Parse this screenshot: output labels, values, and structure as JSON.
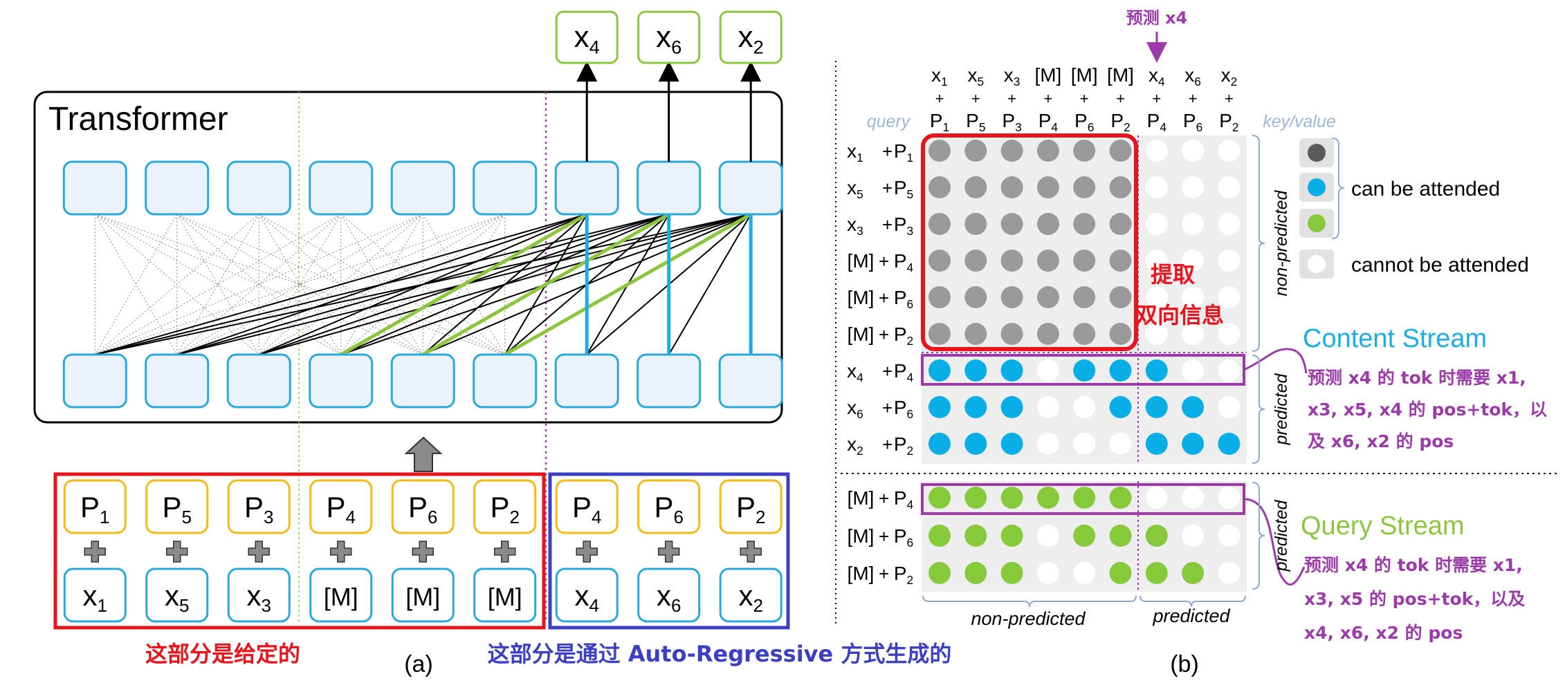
{
  "panel_a": {
    "transformer_label": "Transformer",
    "outputs": [
      "x4",
      "x6",
      "x2"
    ],
    "positions": [
      "P1",
      "P5",
      "P3",
      "P4",
      "P6",
      "P2",
      "P4",
      "P6",
      "P2"
    ],
    "tokens": [
      "x1",
      "x5",
      "x3",
      "[M]",
      "[M]",
      "[M]",
      "x4",
      "x6",
      "x2"
    ],
    "given_caption": "这部分是给定的",
    "autoregressive_caption": "这部分是通过 Auto-Regressive 方式生成的",
    "figure_label": "(a)"
  },
  "panel_b": {
    "predict_marker": "预测 x4",
    "query_label": "query",
    "keyvalue_label": "key/value",
    "columns": [
      {
        "tok": "x",
        "tok_sub": "1",
        "pos": "P",
        "pos_sub": "1"
      },
      {
        "tok": "x",
        "tok_sub": "5",
        "pos": "P",
        "pos_sub": "5"
      },
      {
        "tok": "x",
        "tok_sub": "3",
        "pos": "P",
        "pos_sub": "3"
      },
      {
        "tok": "[M]",
        "tok_sub": "",
        "pos": "P",
        "pos_sub": "4"
      },
      {
        "tok": "[M]",
        "tok_sub": "",
        "pos": "P",
        "pos_sub": "6"
      },
      {
        "tok": "[M]",
        "tok_sub": "",
        "pos": "P",
        "pos_sub": "2"
      },
      {
        "tok": "x",
        "tok_sub": "4",
        "pos": "P",
        "pos_sub": "4"
      },
      {
        "tok": "x",
        "tok_sub": "6",
        "pos": "P",
        "pos_sub": "6"
      },
      {
        "tok": "x",
        "tok_sub": "2",
        "pos": "P",
        "pos_sub": "2"
      }
    ],
    "content_rows": [
      {
        "tok": "x",
        "tok_sub": "1",
        "pos": "P",
        "pos_sub": "1",
        "cells": "GGGGGGWWW"
      },
      {
        "tok": "x",
        "tok_sub": "5",
        "pos": "P",
        "pos_sub": "5",
        "cells": "GGGGGGWWW"
      },
      {
        "tok": "x",
        "tok_sub": "3",
        "pos": "P",
        "pos_sub": "3",
        "cells": "GGGGGGWWW"
      },
      {
        "tok": "[M]",
        "tok_sub": "",
        "pos": "P",
        "pos_sub": "4",
        "cells": "GGGGGGWWW"
      },
      {
        "tok": "[M]",
        "tok_sub": "",
        "pos": "P",
        "pos_sub": "6",
        "cells": "GGGGGGWWW"
      },
      {
        "tok": "[M]",
        "tok_sub": "",
        "pos": "P",
        "pos_sub": "2",
        "cells": "GGGGGGWWW"
      },
      {
        "tok": "x",
        "tok_sub": "4",
        "pos": "P",
        "pos_sub": "4",
        "cells": "BBBWBBBWW"
      },
      {
        "tok": "x",
        "tok_sub": "6",
        "pos": "P",
        "pos_sub": "6",
        "cells": "BBBWWBBBW"
      },
      {
        "tok": "x",
        "tok_sub": "2",
        "pos": "P",
        "pos_sub": "2",
        "cells": "BBBWWWBBB"
      }
    ],
    "query_rows": [
      {
        "tok": "[M]",
        "tok_sub": "",
        "pos": "P",
        "pos_sub": "4",
        "cells": "LLLLLLWWW"
      },
      {
        "tok": "[M]",
        "tok_sub": "",
        "pos": "P",
        "pos_sub": "6",
        "cells": "LLLWLLLWW"
      },
      {
        "tok": "[M]",
        "tok_sub": "",
        "pos": "P",
        "pos_sub": "2",
        "cells": "LLLWWLLLW"
      }
    ],
    "bidirectional_note": [
      "提取",
      "双向信息"
    ],
    "legend": {
      "can_attend": "can be attended",
      "cannot_attend": "cannot be attended"
    },
    "side_labels": {
      "non_predicted": "non-predicted",
      "predicted": "predicted"
    },
    "content_stream_label": "Content Stream",
    "content_note": [
      "预测 x4 的 tok 时需要 x1,",
      "x3, x5, x4 的 pos+tok，以",
      "及 x6, x2 的 pos"
    ],
    "query_stream_label": "Query Stream",
    "query_note": [
      "预测 x4 的 tok 时需要 x1,",
      "x3, x5 的 pos+tok，以及",
      "x4, x6, x2 的 pos"
    ],
    "bottom_labels": {
      "non_predicted": "non-predicted",
      "predicted": "predicted"
    },
    "figure_label": "(b)"
  },
  "colors": {
    "box_border": "#29a8e0",
    "box_fill": "#eaf2fb",
    "pos_border": "#f5b915",
    "out_border": "#8cc63f",
    "red": "#e8141b",
    "blue_frame": "#3b3fc4",
    "purple": "#9b3aa8",
    "gray_dot": "#9a9a9a",
    "blue_dot": "#0aaee6",
    "green_dot": "#86c93b",
    "content_blue": "#1aaee8",
    "query_green": "#8cc63f",
    "query_label_blue": "#9fb6d8"
  }
}
